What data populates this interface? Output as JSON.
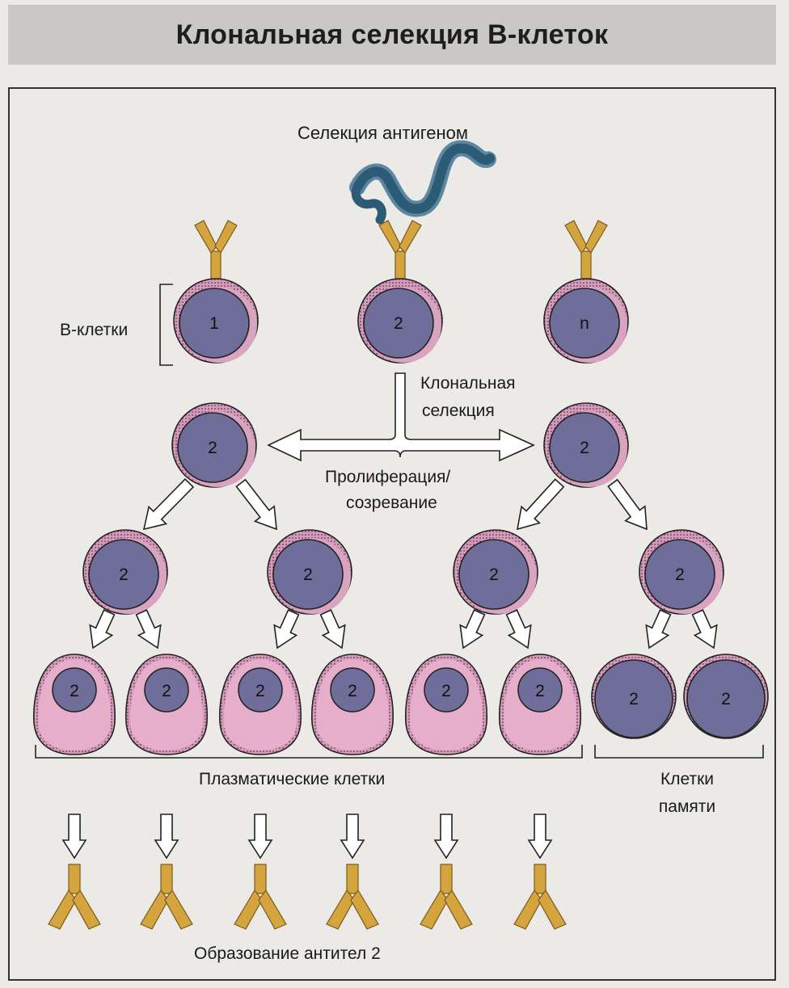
{
  "title": "Клональная селекция В-клеток",
  "labels": {
    "antigen_selection": "Селекция антигеном",
    "b_cells": "В-клетки",
    "clonal_selection_1": "Клональная",
    "clonal_selection_2": "селекция",
    "proliferation_1": "Пролиферация/",
    "proliferation_2": "созревание",
    "plasma_cells": "Плазматические клетки",
    "memory_cells_1": "Клетки",
    "memory_cells_2": "памяти",
    "antibody_formation": "Образование антител 2"
  },
  "cells": {
    "b_cell_labels": [
      "1",
      "2",
      "n"
    ],
    "clone_label": "2"
  },
  "colors": {
    "cell_pink": "#d9a4bf",
    "nucleus": "#6f6e9a",
    "antibody": "#d4a43e",
    "antigen": "#2c5c75",
    "plasma_pink": "#e6aecb"
  }
}
